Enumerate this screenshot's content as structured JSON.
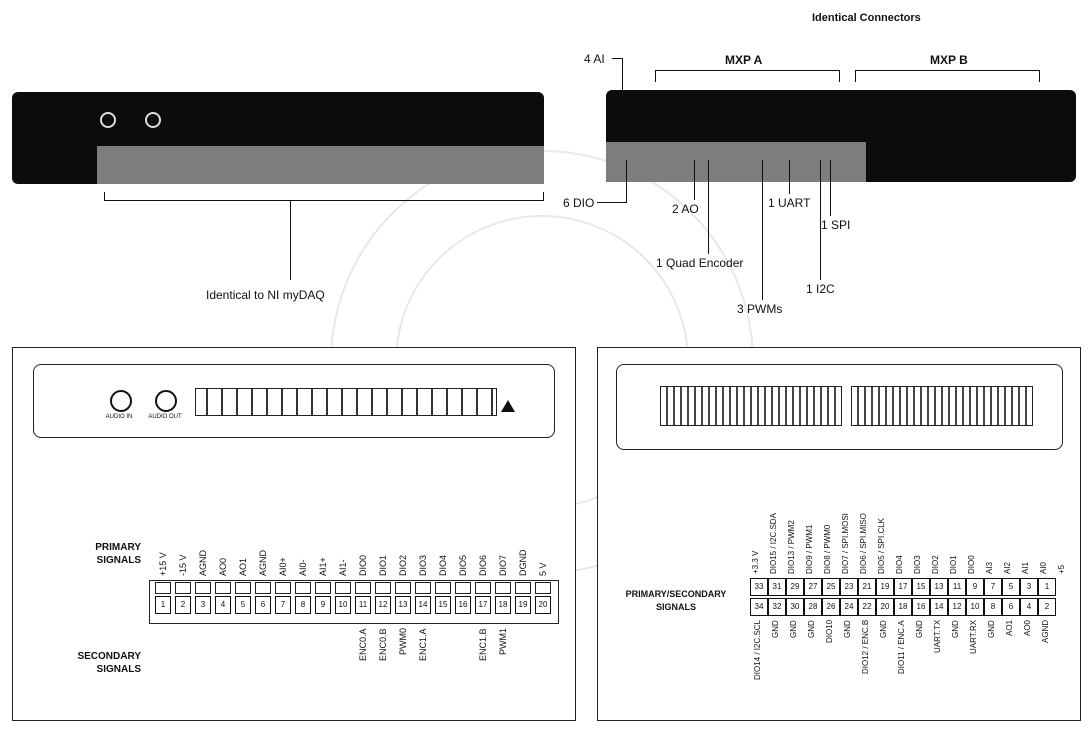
{
  "top": {
    "connectors_header": "Identical Connectors",
    "mxp_a": "MXP A",
    "mxp_b": "MXP B",
    "ai": "4 AI",
    "dio": "6 DIO",
    "ao": "2 AO",
    "uart": "1 UART",
    "spi": "1 SPI",
    "quad": "1 Quad Encoder",
    "i2c": "1 I2C",
    "pwms": "3 PWMs",
    "mydaq": "Identical to NI myDAQ"
  },
  "left_panel": {
    "audio_in": "AUDIO IN",
    "audio_out": "AUDIO OUT",
    "primary_label": [
      "PRIMARY",
      "SIGNALS"
    ],
    "secondary_label": [
      "SECONDARY",
      "SIGNALS"
    ],
    "primary": [
      "+15 V",
      "-15 V",
      "AGND",
      "AO0",
      "AO1",
      "AGND",
      "AI0+",
      "AI0-",
      "AI1+",
      "AI1-",
      "DIO0",
      "DIO1",
      "DIO2",
      "DIO3",
      "DIO4",
      "DIO5",
      "DIO6",
      "DIO7",
      "DGND",
      "5 V"
    ],
    "pins": [
      "1",
      "2",
      "3",
      "4",
      "5",
      "6",
      "7",
      "8",
      "9",
      "10",
      "11",
      "12",
      "13",
      "14",
      "15",
      "16",
      "17",
      "18",
      "19",
      "20"
    ],
    "secondary": [
      "",
      "",
      "",
      "",
      "",
      "",
      "",
      "",
      "",
      "",
      "ENC0.A",
      "ENC0.B",
      "PWM0",
      "ENC1.A",
      "",
      "",
      "ENC1.B",
      "PWM1",
      "",
      ""
    ]
  },
  "right_panel": {
    "primary_secondary_label": [
      "PRIMARY/SECONDARY",
      "SIGNALS"
    ],
    "top_signals": [
      "+3.3 V",
      "DIO15 / I2C.SDA",
      "DIO13 / PWM2",
      "DIO9 / PWM1",
      "DIO8 / PWM0",
      "DIO7 / SPI.MOSI",
      "DIO6 / SPI.MISO",
      "DIO5 / SPI.CLK",
      "DIO4",
      "DIO3",
      "DIO2",
      "DIO1",
      "DIO0",
      "AI3",
      "AI2",
      "AI1",
      "AI0",
      "+5"
    ],
    "odd_pins": [
      "33",
      "31",
      "29",
      "27",
      "25",
      "23",
      "21",
      "19",
      "17",
      "15",
      "13",
      "11",
      "9",
      "7",
      "5",
      "3",
      "1"
    ],
    "even_pins": [
      "34",
      "32",
      "30",
      "28",
      "26",
      "24",
      "22",
      "20",
      "18",
      "16",
      "14",
      "12",
      "10",
      "8",
      "6",
      "4",
      "2"
    ],
    "bottom_signals": [
      "DIO14 / I2C.SCL",
      "GND",
      "GND",
      "GND",
      "DIO10",
      "GND",
      "DIO12 / ENC.B",
      "GND",
      "DIO11 / ENC.A",
      "GND",
      "UART.TX",
      "GND",
      "UART.RX",
      "GND",
      "AO1",
      "AO0",
      "AGND"
    ]
  }
}
